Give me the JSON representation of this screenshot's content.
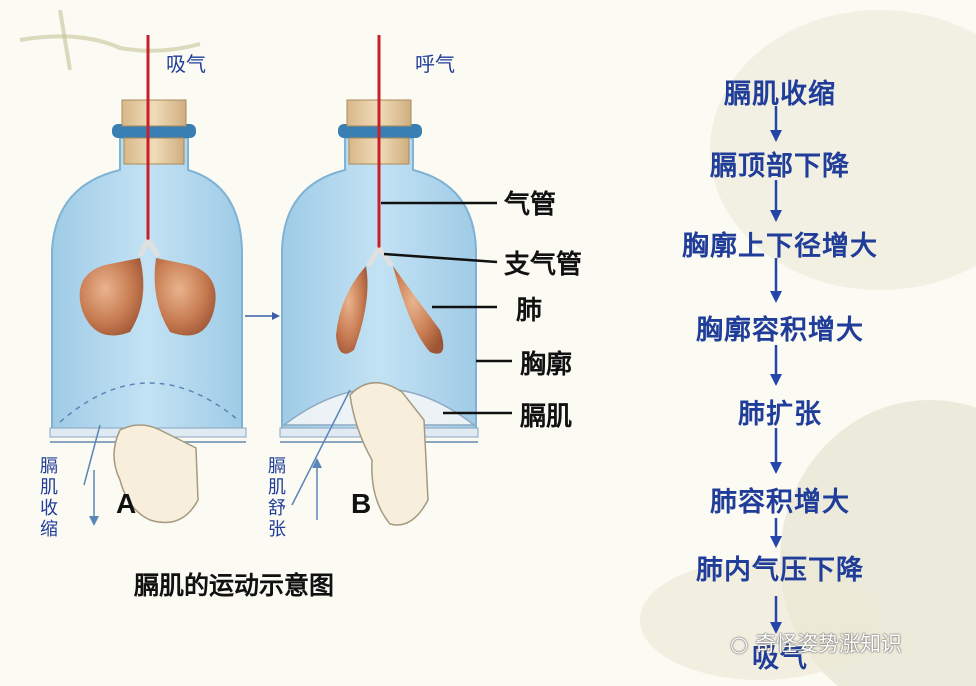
{
  "diagram": {
    "bottle_a": {
      "air_label": "吸气",
      "letter": "A",
      "diaphragm_state": "膈肌收缩"
    },
    "bottle_b": {
      "air_label": "呼气",
      "letter": "B",
      "diaphragm_state": "膈肌舒张"
    },
    "part_labels": [
      "气管",
      "支气管",
      "肺",
      "胸廓",
      "膈肌"
    ],
    "caption": "膈肌的运动示意图"
  },
  "flowchart": {
    "steps": [
      "膈肌收缩",
      "膈顶部下降",
      "胸廓上下径增大",
      "胸廓容积增大",
      "肺扩张",
      "肺容积增大",
      "肺内气压下降",
      "吸气"
    ]
  },
  "watermark": "奇怪姿势涨知识",
  "colors": {
    "blue_text": "#1f3d99",
    "jar_fill": "#a9d3ec",
    "trachea": "#c8202a",
    "lung": "#c87c52"
  }
}
